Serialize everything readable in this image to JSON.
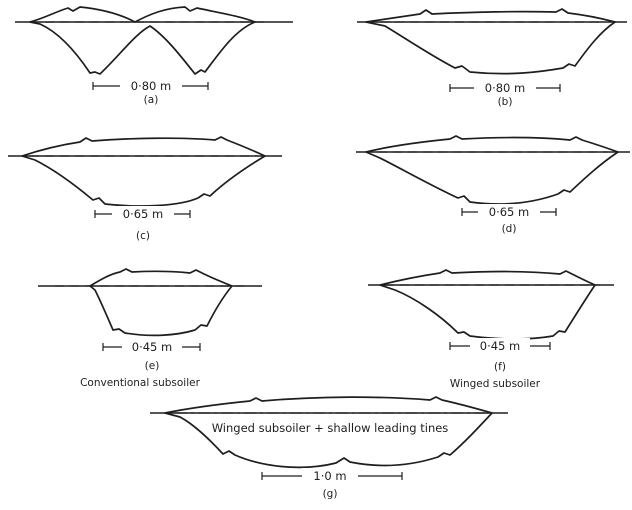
{
  "panels": {
    "a": {
      "label": "(a)",
      "width": "0·80 m"
    },
    "b": {
      "label": "(b)",
      "width": "0·80 m"
    },
    "c": {
      "label": "(c)",
      "width": "0·65 m"
    },
    "d": {
      "label": "(d)",
      "width": "0·65 m"
    },
    "e": {
      "label": "(e)",
      "width": "0·45 m",
      "caption": "Conventional subsoiler"
    },
    "f": {
      "label": "(f)",
      "width": "0·45 m",
      "caption": "Winged subsoiler"
    },
    "g": {
      "label": "(g)",
      "width": "1·0 m",
      "caption": "Winged subsoiler + shallow leading tines"
    }
  }
}
